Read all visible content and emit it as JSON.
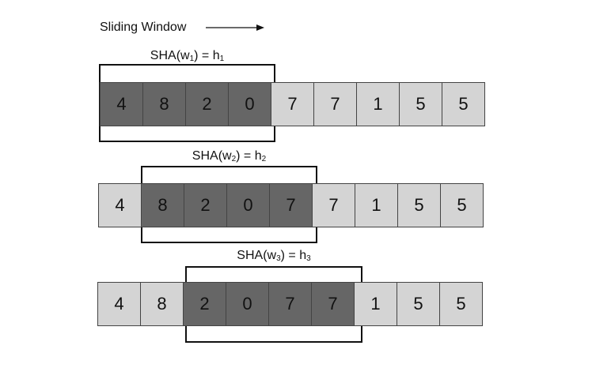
{
  "header": {
    "title": "Sliding Window"
  },
  "windows": [
    {
      "func": "SHA",
      "var": "w",
      "sub": "1",
      "hash": "h",
      "hsub": "1",
      "cells": [
        "4",
        "8",
        "2",
        "0",
        "7",
        "7",
        "1",
        "5",
        "5"
      ],
      "start": 0,
      "size": 4
    },
    {
      "func": "SHA",
      "var": "w",
      "sub": "2",
      "hash": "h",
      "hsub": "2",
      "cells": [
        "4",
        "8",
        "2",
        "0",
        "7",
        "7",
        "1",
        "5",
        "5"
      ],
      "start": 1,
      "size": 4
    },
    {
      "func": "SHA",
      "var": "w",
      "sub": "3",
      "hash": "h",
      "hsub": "3",
      "cells": [
        "4",
        "8",
        "2",
        "0",
        "7",
        "7",
        "1",
        "5",
        "5"
      ],
      "start": 2,
      "size": 4
    }
  ]
}
